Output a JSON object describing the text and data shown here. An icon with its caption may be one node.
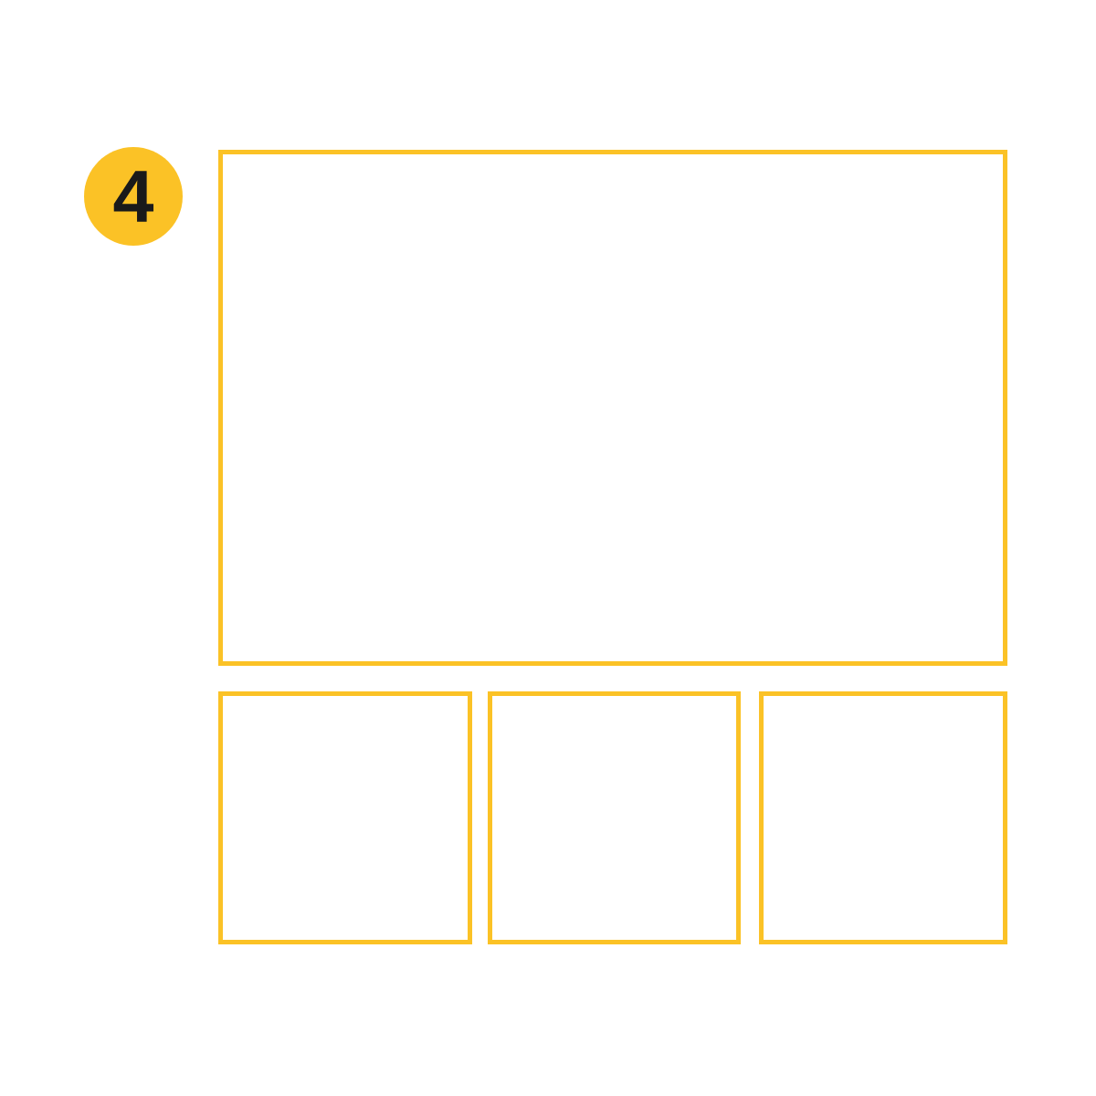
{
  "diagram": {
    "nodes": [
      {
        "text": [
          "4"
        ]
      },
      {
        "text": [],
        "shape": "box"
      },
      {
        "text": [],
        "shape": "box"
      },
      {
        "text": [],
        "shape": "box"
      },
      {
        "text": [],
        "shape": "box"
      }
    ]
  }
}
